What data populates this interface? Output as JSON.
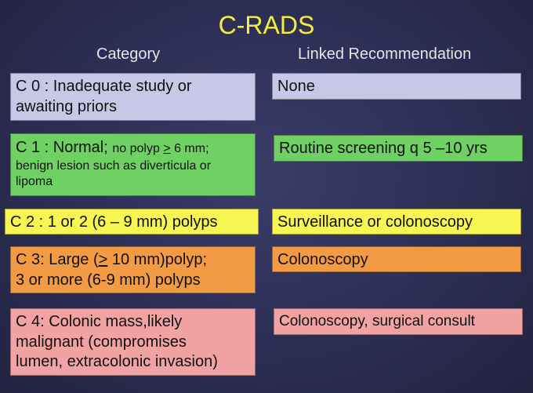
{
  "title": "C-RADS",
  "headers": {
    "category": "Category",
    "recommendation": "Linked Recommendation"
  },
  "rows": [
    {
      "category_lines": [
        "C 0 : Inadequate study or",
        "awaiting priors"
      ],
      "recommendation": "None",
      "color": "#c8c8e6"
    },
    {
      "category_main": "C 1 : Normal; ",
      "category_sub_pre": "no polyp ",
      "category_sub_sym": ">",
      "category_sub_post": " 6 mm;",
      "category_sub_line2": "benign lesion such as diverticula or",
      "category_sub_line3": "lipoma",
      "recommendation": "Routine screening q 5 –10 yrs",
      "color": "#6fd063"
    },
    {
      "category": "C 2 :  1 or 2 (6 – 9 mm) polyps",
      "recommendation": "Surveillance or colonoscopy",
      "color": "#f7f552"
    },
    {
      "category_line1_pre": "C 3: Large (",
      "category_line1_sym": ">",
      "category_line1_post": " 10 mm)polyp;",
      "category_line2": "3 or more (6-9 mm) polyps",
      "recommendation": "Colonoscopy",
      "color": "#f39a45"
    },
    {
      "category_lines": [
        "C 4: Colonic mass,likely",
        "malignant  (compromises",
        "lumen, extracolonic invasion)"
      ],
      "recommendation": "Colonoscopy, surgical consult",
      "color": "#f1a3a3"
    }
  ]
}
